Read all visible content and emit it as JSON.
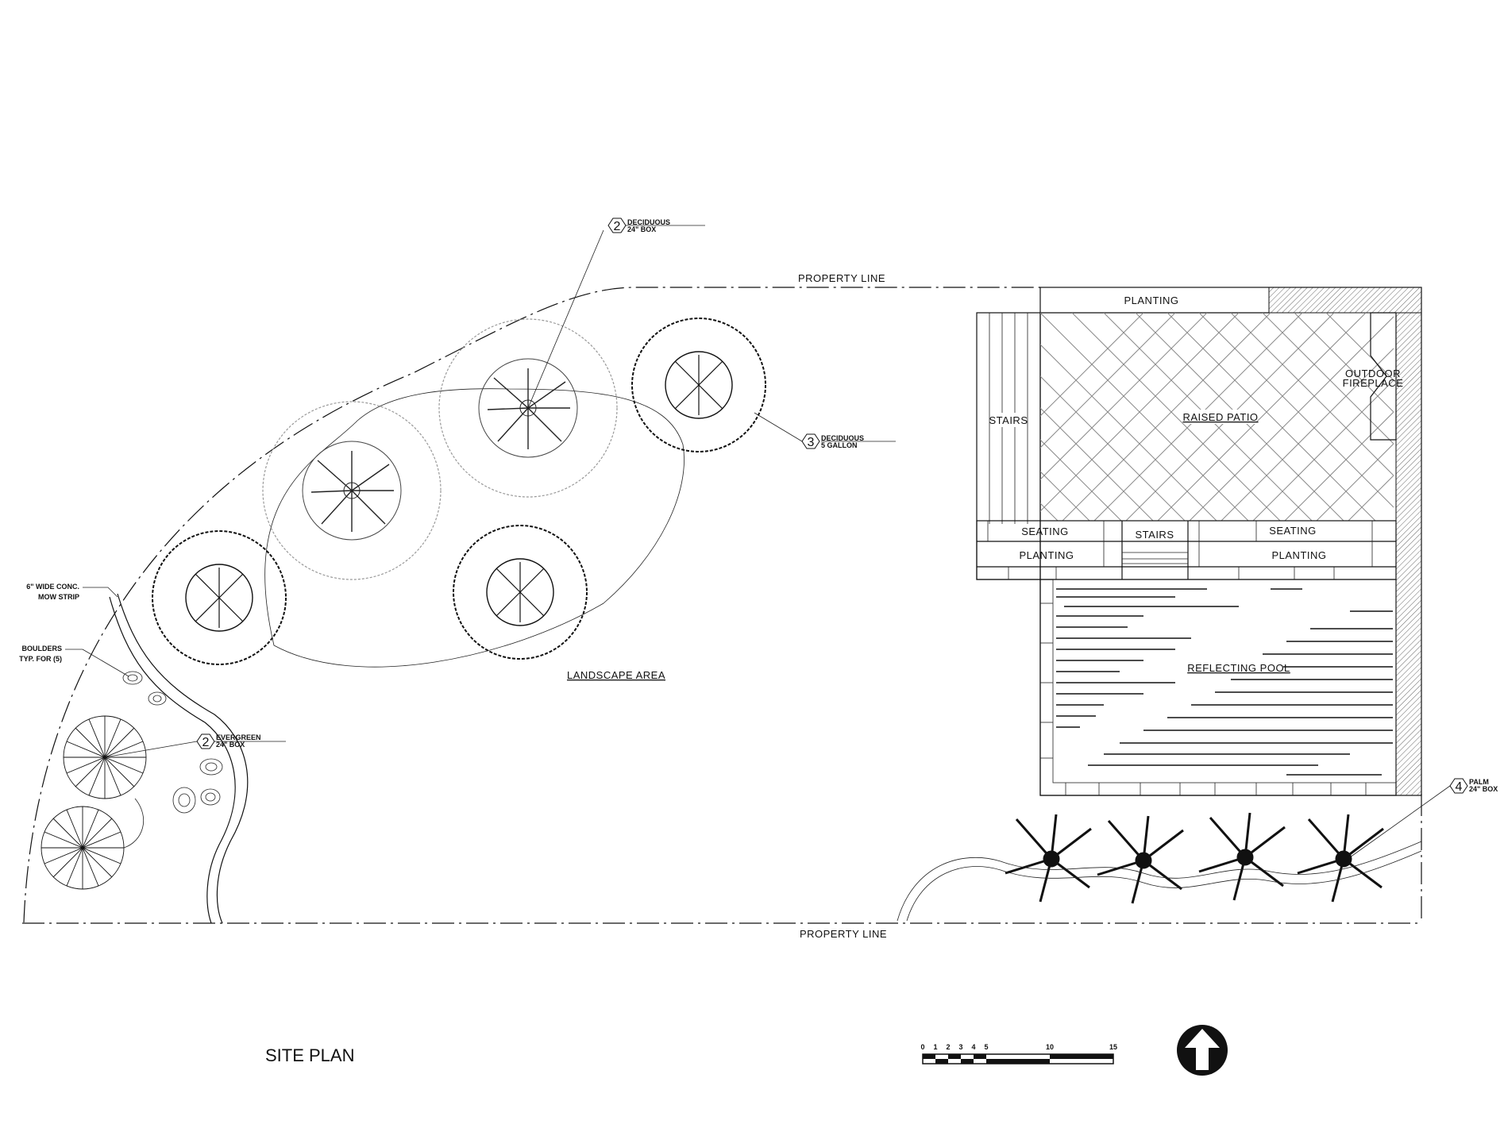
{
  "title": "SITE PLAN",
  "property_line_top": "PROPERTY LINE",
  "property_line_bottom": "PROPERTY LINE",
  "areas": {
    "planting_top": "PLANTING",
    "stairs_left": "STAIRS",
    "raised_patio": "RAISED PATIO",
    "outdoor_fireplace_1": "OUTDOOR",
    "outdoor_fireplace_2": "FIREPLACE",
    "seating_left": "SEATING",
    "seating_right": "SEATING",
    "stairs_center": "STAIRS",
    "planting_left": "PLANTING",
    "planting_right": "PLANTING",
    "reflecting_pool": "REFLECTING POOL",
    "landscape_area": "LANDSCAPE AREA"
  },
  "callouts": {
    "deciduous_box": {
      "qty": "2",
      "line1": "DECIDUOUS",
      "line2": "24\" BOX"
    },
    "deciduous_gallon": {
      "qty": "3",
      "line1": "DECIDUOUS",
      "line2": "5 GALLON"
    },
    "evergreen": {
      "qty": "2",
      "line1": "EVERGREEN",
      "line2": "24\" BOX"
    },
    "palm": {
      "qty": "4",
      "line1": "PALM",
      "line2": "24\" BOX"
    }
  },
  "notes": {
    "mow_strip_1": "6\" WIDE CONC.",
    "mow_strip_2": "MOW STRIP",
    "boulders_1": "BOULDERS",
    "boulders_2": "TYP. FOR (5)"
  },
  "scale_bar": {
    "ticks": [
      "0",
      "1",
      "2",
      "3",
      "4",
      "5",
      "10",
      "15"
    ]
  },
  "north_arrow": {
    "icon": "north-arrow-icon"
  }
}
